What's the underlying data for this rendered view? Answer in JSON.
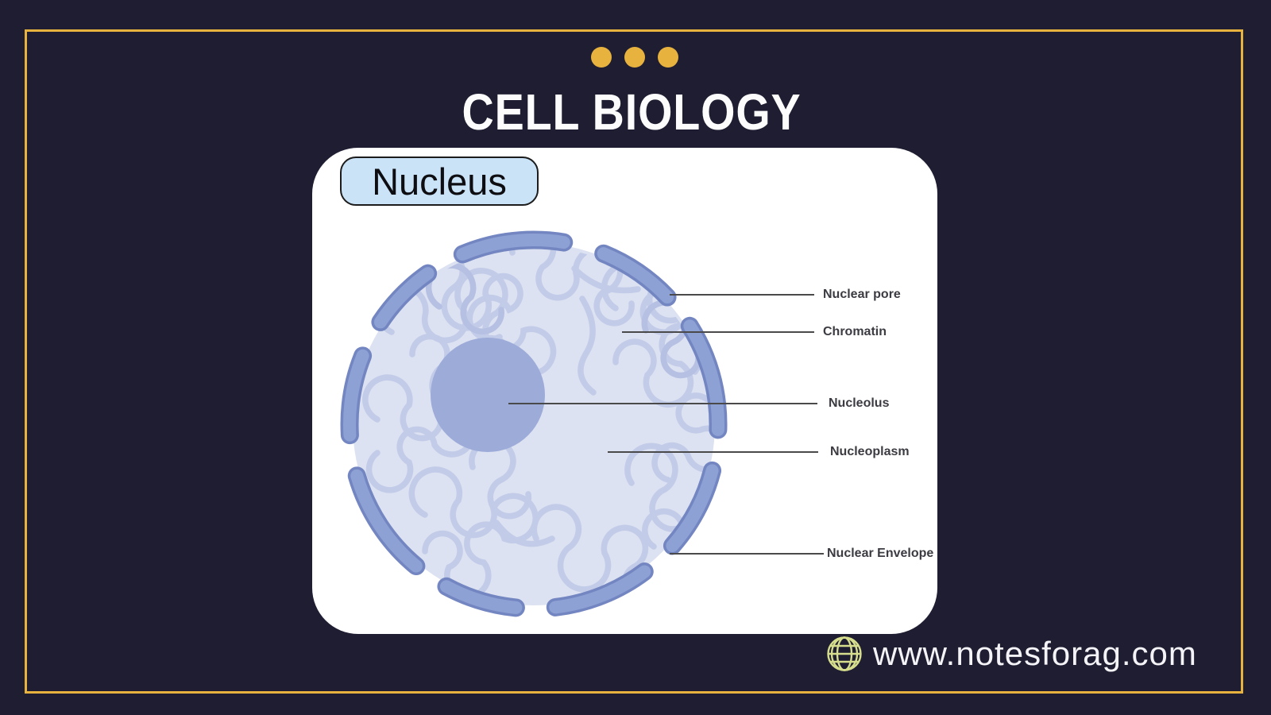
{
  "header": {
    "title": "CELL BIOLOGY"
  },
  "diagram": {
    "badge": "Nucleus",
    "labels": [
      {
        "text": "Nuclear pore"
      },
      {
        "text": "Chromatin"
      },
      {
        "text": "Nucleolus"
      },
      {
        "text": "Nucleoplasm"
      },
      {
        "text": "Nuclear Envelope"
      }
    ]
  },
  "footer": {
    "url": "www.notesforag.com"
  },
  "icons": {
    "globe": "globe-icon",
    "dots": "three-accent-dots"
  },
  "colors": {
    "bg": "#1E1D31",
    "accent": "#E8B23E",
    "card": "#FFFFFF",
    "badge-bg": "#CAE3F7",
    "nucleus-fill": "#DCE2F1",
    "chromatin": "#C2CBE8",
    "chromatin-dark": "#B6C0E2",
    "envelope": "#8EA1D4",
    "envelope-outline": "#7386C1",
    "nucleolus": "#9DABD9",
    "globe": "#D6DE8D",
    "label-line": "#4A4A4A"
  }
}
